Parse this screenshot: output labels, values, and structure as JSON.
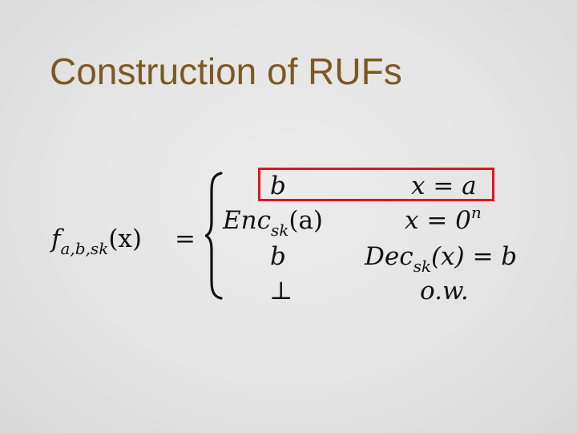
{
  "title": "Construction of RUFs",
  "formula": {
    "lhs_f": "f",
    "lhs_sub": "a,b,sk",
    "lhs_arg": "(x)",
    "equals": "=",
    "cases": [
      {
        "value": "b",
        "condition": "x = a",
        "highlighted": true
      },
      {
        "value_main": "Enc",
        "value_sub": "sk",
        "value_arg": "(a)",
        "condition_main": "x = 0",
        "condition_sup": "n"
      },
      {
        "value": "b",
        "condition_main": "Dec",
        "condition_sub": "sk",
        "condition_arg": "(x) = b"
      },
      {
        "value": "⊥",
        "condition": "o.w."
      }
    ]
  },
  "colors": {
    "title": "#7b5a22",
    "highlight_border": "#e3141c",
    "background": "#e3e3e3"
  }
}
